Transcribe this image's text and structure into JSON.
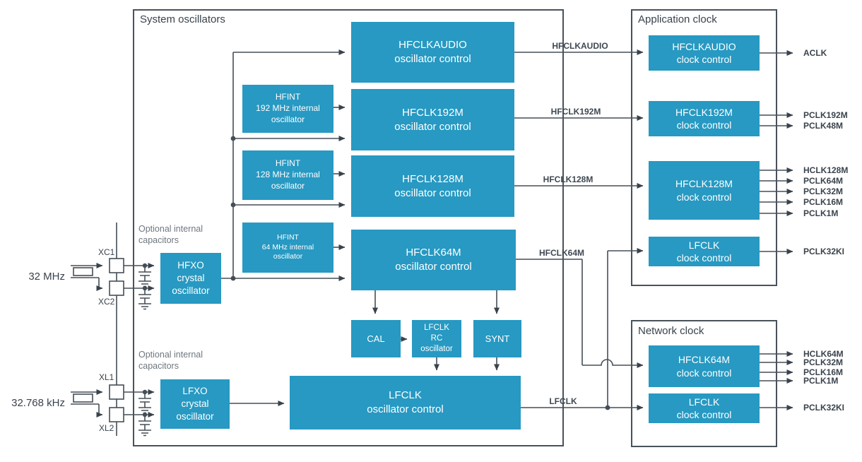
{
  "colors": {
    "block_fill": "#2799c2",
    "wire": "#454e57",
    "panel_border": "#49525b",
    "text_dark": "#3a434c",
    "text_muted": "#6f777f",
    "block_text": "#ffffff"
  },
  "panels": {
    "system": "System oscillators",
    "application": "Application clock",
    "network": "Network clock"
  },
  "crystals": {
    "hf": "32 MHz",
    "lf": "32.768 kHz"
  },
  "pins": {
    "xc1": "XC1",
    "xc2": "XC2",
    "xl1": "XL1",
    "xl2": "XL2"
  },
  "notes": {
    "hf_caps": "Optional internal\ncapacitors",
    "lf_caps": "Optional internal\ncapacitors"
  },
  "blocks": {
    "hfxo": "HFXO\ncrystal\noscillator",
    "lfxo": "LFXO\ncrystal\noscillator",
    "hfint192": "HFINT\n192 MHz internal\noscillator",
    "hfint128": "HFINT\n128 MHz internal\noscillator",
    "hfint64": "HFINT\n64 MHz internal\noscillator",
    "hfclkaudio_osc": "HFCLKAUDIO\noscillator control",
    "hfclk192m_osc": "HFCLK192M\noscillator control",
    "hfclk128m_osc": "HFCLK128M\noscillator control",
    "hfclk64m_osc": "HFCLK64M\noscillator control",
    "cal": "CAL",
    "lfclk_rc": "LFCLK\nRC\noscillator",
    "synt": "SYNT",
    "lfclk_osc": "LFCLK\noscillator control",
    "hfclkaudio_cc": "HFCLKAUDIO\nclock control",
    "hfclk192m_cc": "HFCLK192M\nclock control",
    "hfclk128m_cc": "HFCLK128M\nclock control",
    "lfclk_cc_app": "LFCLK\nclock control",
    "hfclk64m_cc": "HFCLK64M\nclock control",
    "lfclk_cc_net": "LFCLK\nclock control"
  },
  "signals": {
    "hfclkaudio": "HFCLKAUDIO",
    "hfclk192m": "HFCLK192M",
    "hfclk128m": "HFCLK128M",
    "hfclk64m": "HFCLK64M",
    "lfclk": "LFCLK"
  },
  "outputs": {
    "app": [
      "ACLK",
      "PCLK192M",
      "PCLK48M",
      "HCLK128M",
      "PCLK64M",
      "PCLK32M",
      "PCLK16M",
      "PCLK1M",
      "PCLK32KI"
    ],
    "net": [
      "HCLK64M",
      "PCLK32M",
      "PCLK16M",
      "PCLK1M",
      "PCLK32KI"
    ]
  }
}
